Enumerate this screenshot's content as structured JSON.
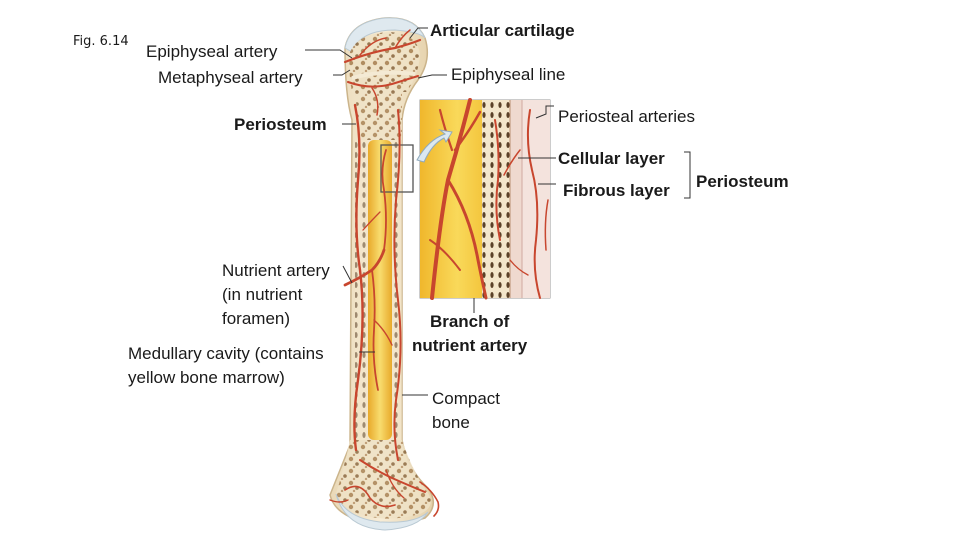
{
  "figure": {
    "number": "Fig. 6.14"
  },
  "labels": {
    "articular_cartilage": "Articular cartilage",
    "epiphyseal_artery": "Epiphyseal artery",
    "metaphyseal_artery": "Metaphyseal artery",
    "epiphyseal_line": "Epiphyseal line",
    "periosteum_left": "Periosteum",
    "periosteal_arteries": "Periosteal arteries",
    "cellular_layer": "Cellular layer",
    "fibrous_layer": "Fibrous layer",
    "periosteum_bracket": "Periosteum",
    "nutrient_artery": "Nutrient artery\n(in nutrient\nforamen)",
    "medullary_cavity": "Medullary cavity (contains\nyellow bone marrow)",
    "branch_nutrient_artery": "Branch of\nnutrient artery",
    "compact_bone": "Compact\nbone"
  },
  "colors": {
    "marrow_yellow": "#f2c23a",
    "marrow_light": "#f8dc6e",
    "bone_cream": "#f3e7cf",
    "spongy_tan": "#c9a77b",
    "artery_red": "#c8462e",
    "cartilage_blue": "#dfe9ef",
    "periosteum_pink": "#f1d6d0"
  }
}
